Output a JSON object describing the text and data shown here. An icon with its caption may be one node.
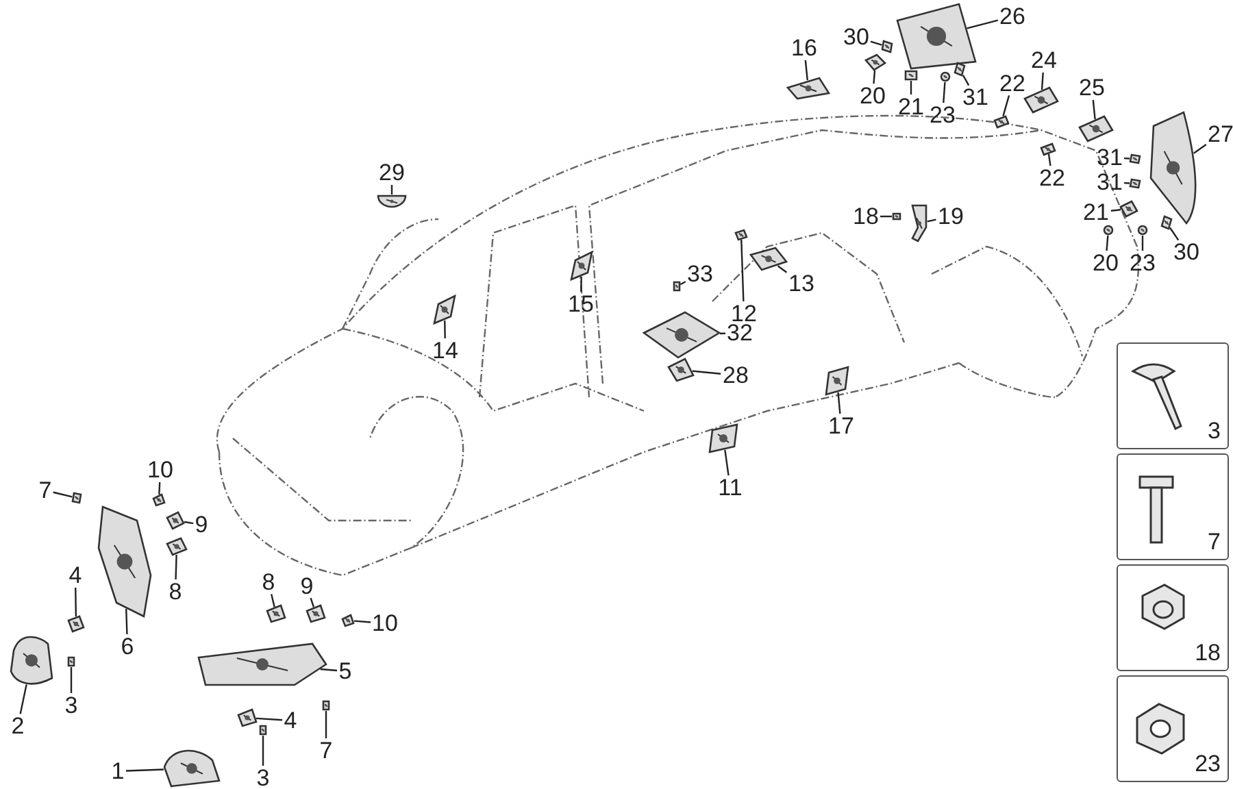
{
  "diagram": {
    "nodes": [
      {
        "text": [
          "16"
        ]
      },
      {
        "text": [
          "30"
        ]
      },
      {
        "text": [
          "26"
        ]
      },
      {
        "text": [
          "20"
        ]
      },
      {
        "text": [
          "21"
        ]
      },
      {
        "text": [
          "23"
        ]
      },
      {
        "text": [
          "31"
        ]
      },
      {
        "text": [
          "22"
        ]
      },
      {
        "text": [
          "24"
        ]
      },
      {
        "text": [
          "25"
        ]
      },
      {
        "text": [
          "27"
        ]
      },
      {
        "text": [
          "22"
        ]
      },
      {
        "text": [
          "31"
        ]
      },
      {
        "text": [
          "31"
        ]
      },
      {
        "text": [
          "21"
        ]
      },
      {
        "text": [
          "20"
        ]
      },
      {
        "text": [
          "23"
        ]
      },
      {
        "text": [
          "30"
        ]
      },
      {
        "text": [
          "18"
        ]
      },
      {
        "text": [
          "19"
        ]
      },
      {
        "text": [
          "29"
        ]
      },
      {
        "text": [
          "13"
        ]
      },
      {
        "text": [
          "12"
        ]
      },
      {
        "text": [
          "33"
        ]
      },
      {
        "text": [
          "32"
        ]
      },
      {
        "text": [
          "15"
        ]
      },
      {
        "text": [
          "14"
        ]
      },
      {
        "text": [
          "28"
        ]
      },
      {
        "text": [
          "17"
        ]
      },
      {
        "text": [
          "11"
        ]
      },
      {
        "text": [
          "7"
        ]
      },
      {
        "text": [
          "10"
        ]
      },
      {
        "text": [
          "9"
        ]
      },
      {
        "text": [
          "8"
        ]
      },
      {
        "text": [
          "4"
        ]
      },
      {
        "text": [
          "6"
        ]
      },
      {
        "text": [
          "2"
        ]
      },
      {
        "text": [
          "3"
        ]
      },
      {
        "text": [
          "8"
        ]
      },
      {
        "text": [
          "9"
        ]
      },
      {
        "text": [
          "10"
        ]
      },
      {
        "text": [
          "5"
        ]
      },
      {
        "text": [
          "7"
        ]
      },
      {
        "text": [
          "4"
        ]
      },
      {
        "text": [
          "1"
        ]
      },
      {
        "text": [
          "3"
        ]
      },
      {
        "text": [
          "3"
        ]
      },
      {
        "text": [
          "7"
        ]
      },
      {
        "text": [
          "18"
        ]
      },
      {
        "text": [
          "23"
        ]
      },
      {
        "text": [],
        "shape": "picture"
      },
      {
        "text": [],
        "shape": "picture"
      },
      {
        "text": [],
        "shape": "picture"
      },
      {
        "text": [],
        "shape": "picture"
      },
      {
        "text": [],
        "shape": "picture"
      },
      {
        "text": [],
        "shape": "picture"
      },
      {
        "text": [],
        "shape": "picture"
      },
      {
        "text": [],
        "shape": "picture"
      },
      {
        "text": [],
        "shape": "picture"
      },
      {
        "text": [],
        "shape": "picture"
      },
      {
        "text": [],
        "shape": "picture"
      },
      {
        "text": [],
        "shape": "picture"
      },
      {
        "text": [],
        "shape": "picture"
      },
      {
        "text": [],
        "shape": "picture"
      },
      {
        "text": [],
        "shape": "picture"
      },
      {
        "text": [],
        "shape": "picture"
      },
      {
        "text": [],
        "shape": "picture"
      },
      {
        "text": [],
        "shape": "picture"
      },
      {
        "text": [],
        "shape": "picture"
      },
      {
        "text": [],
        "shape": "picture"
      },
      {
        "text": [],
        "shape": "picture"
      },
      {
        "text": [],
        "shape": "picture"
      },
      {
        "text": [],
        "shape": "picture"
      },
      {
        "text": [],
        "shape": "picture"
      },
      {
        "text": [],
        "shape": "picture"
      },
      {
        "text": [],
        "shape": "picture"
      },
      {
        "text": [],
        "shape": "picture"
      },
      {
        "text": [],
        "shape": "picture"
      },
      {
        "text": [],
        "shape": "picture"
      },
      {
        "text": [],
        "shape": "picture"
      },
      {
        "text": [],
        "shape": "picture"
      },
      {
        "text": [],
        "shape": "picture"
      },
      {
        "text": [],
        "shape": "picture"
      },
      {
        "text": [],
        "shape": "picture"
      },
      {
        "text": [],
        "shape": "picture"
      },
      {
        "text": [],
        "shape": "picture"
      },
      {
        "text": [],
        "shape": "picture"
      },
      {
        "text": [],
        "shape": "picture"
      },
      {
        "text": [],
        "shape": "picture"
      },
      {
        "text": [],
        "shape": "picture"
      },
      {
        "text": [],
        "shape": "picture"
      },
      {
        "text": [],
        "shape": "picture"
      },
      {
        "text": [],
        "shape": "picture"
      },
      {
        "text": [],
        "shape": "picture"
      },
      {
        "text": [],
        "shape": "picture"
      },
      {
        "text": [],
        "shape": "picture"
      }
    ],
    "edges": [
      {
        "from": 0,
        "to": 50,
        "arrow": "none"
      },
      {
        "from": 1,
        "to": 51,
        "arrow": "none"
      },
      {
        "from": 2,
        "to": 52,
        "arrow": "none"
      },
      {
        "from": 3,
        "to": 53,
        "arrow": "none"
      },
      {
        "from": 4,
        "to": 54,
        "arrow": "none"
      },
      {
        "from": 5,
        "to": 55,
        "arrow": "none"
      },
      {
        "from": 6,
        "to": 56,
        "arrow": "none"
      },
      {
        "from": 7,
        "to": 57,
        "arrow": "none"
      },
      {
        "from": 8,
        "to": 58,
        "arrow": "none"
      },
      {
        "from": 9,
        "to": 59,
        "arrow": "none"
      },
      {
        "from": 10,
        "to": 60,
        "arrow": "none"
      },
      {
        "from": 11,
        "to": 61,
        "arrow": "none"
      },
      {
        "from": 12,
        "to": 62,
        "arrow": "none"
      },
      {
        "from": 13,
        "to": 63,
        "arrow": "none"
      },
      {
        "from": 14,
        "to": 64,
        "arrow": "none"
      },
      {
        "from": 15,
        "to": 65,
        "arrow": "none"
      },
      {
        "from": 16,
        "to": 66,
        "arrow": "none"
      },
      {
        "from": 17,
        "to": 67,
        "arrow": "none"
      },
      {
        "from": 18,
        "to": 68,
        "arrow": "none"
      },
      {
        "from": 19,
        "to": 69,
        "arrow": "none"
      },
      {
        "from": 20,
        "to": 70,
        "arrow": "none"
      },
      {
        "from": 21,
        "to": 71,
        "arrow": "none"
      },
      {
        "from": 22,
        "to": 72,
        "arrow": "none"
      },
      {
        "from": 23,
        "to": 73,
        "arrow": "none"
      },
      {
        "from": 24,
        "to": 74,
        "arrow": "none"
      },
      {
        "from": 25,
        "to": 75,
        "arrow": "none"
      },
      {
        "from": 26,
        "to": 76,
        "arrow": "none"
      },
      {
        "from": 27,
        "to": 77,
        "arrow": "none"
      },
      {
        "from": 28,
        "to": 78,
        "arrow": "none"
      },
      {
        "from": 29,
        "to": 79,
        "arrow": "none"
      },
      {
        "from": 30,
        "to": 80,
        "arrow": "none"
      },
      {
        "from": 31,
        "to": 81,
        "arrow": "none"
      },
      {
        "from": 32,
        "to": 82,
        "arrow": "none"
      },
      {
        "from": 33,
        "to": 83,
        "arrow": "none"
      },
      {
        "from": 34,
        "to": 84,
        "arrow": "none"
      },
      {
        "from": 35,
        "to": 85,
        "arrow": "none"
      },
      {
        "from": 36,
        "to": 86,
        "arrow": "none"
      },
      {
        "from": 37,
        "to": 87,
        "arrow": "none"
      },
      {
        "from": 38,
        "to": 88,
        "arrow": "none"
      },
      {
        "from": 39,
        "to": 89,
        "arrow": "none"
      },
      {
        "from": 40,
        "to": 90,
        "arrow": "none"
      },
      {
        "from": 41,
        "to": 91,
        "arrow": "none"
      },
      {
        "from": 42,
        "to": 92,
        "arrow": "none"
      },
      {
        "from": 43,
        "to": 93,
        "arrow": "none"
      },
      {
        "from": 44,
        "to": 94,
        "arrow": "none"
      },
      {
        "from": 45,
        "to": 95,
        "arrow": "none"
      }
    ]
  }
}
